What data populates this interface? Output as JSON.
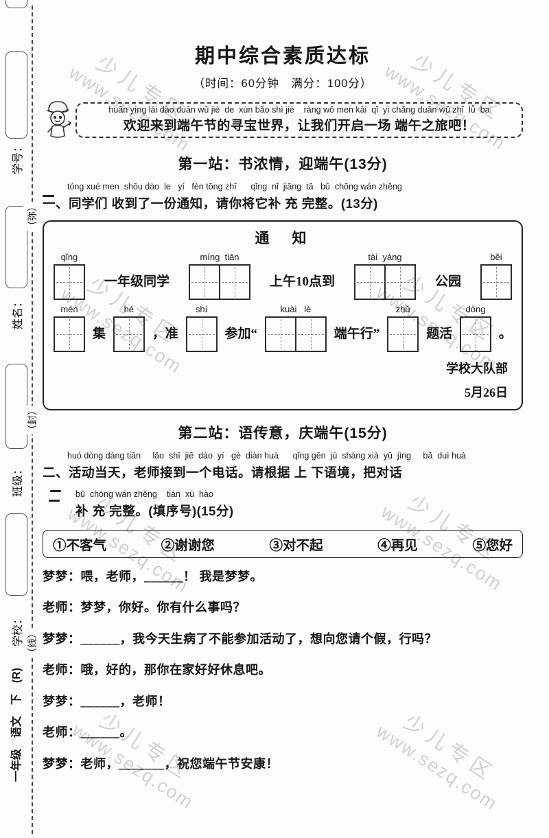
{
  "page": {
    "title": "期中综合素质达标",
    "subtitle": "（时间：60分钟　满分：100分）"
  },
  "watermark": {
    "line1": "少儿专区",
    "line2": "www.sezq.com"
  },
  "sidebar": {
    "fields": [
      "学号：",
      "姓名：",
      "班级：",
      "学校："
    ],
    "book_label": "一年级　语文　下　(R)",
    "seal_chars": [
      "（弥）",
      "（封）",
      "（线）"
    ]
  },
  "banner": {
    "pinyin": "huān yíng lái dào duān wǔ jié  de  xún bǎo shì jiè    ràng wǒ men kāi  qǐ  yì chǎng duān wǔ zhī  lǚ  ba",
    "text": "欢迎来到端午节的寻宝世界，让我们开启一场 端午之旅吧！"
  },
  "section1": {
    "heading": "第一站：书浓情，迎端午(13分)",
    "q1_pinyin": "tóng xué men  shōu dào  le   yí   fèn tōng zhī      qǐng  nǐ  jiāng  tā   bǔ  chōng wán zhěng",
    "q1_text": "一、同学们 收到了一份通知，请你将它补 充 完整。(13分)",
    "notice": {
      "title": "通　知",
      "line1": [
        {
          "pinyin": "qǐng",
          "boxes": 1
        },
        {
          "text": "一年级同学"
        },
        {
          "pinyin": "míng  tiān",
          "boxes": 2
        },
        {
          "text": "上午10点到"
        },
        {
          "pinyin": "tài  yáng",
          "boxes": 2
        },
        {
          "text": "公园"
        },
        {
          "pinyin": "běi",
          "boxes": 1
        }
      ],
      "line2": [
        {
          "pinyin": "mén",
          "boxes": 1
        },
        {
          "text": "集"
        },
        {
          "pinyin": "hé",
          "boxes": 1
        },
        {
          "text": "，准"
        },
        {
          "pinyin": "shí",
          "boxes": 1
        },
        {
          "text": "参加“"
        },
        {
          "pinyin": "kuài   lè",
          "boxes": 2
        },
        {
          "text": "端午行”"
        },
        {
          "pinyin": "zhǔ",
          "boxes": 1
        },
        {
          "text": "题活"
        },
        {
          "pinyin": "dòng",
          "boxes": 1
        },
        {
          "text": "。"
        }
      ],
      "signer": "学校大队部",
      "date": "5月26日"
    }
  },
  "section2": {
    "heading": "第二站：语传意，庆端午(15分)",
    "q2_pinyin1": "huó dòng dàng tiān     lǎo  shī  jiē  dào  yí   gè  diàn huà      qǐng gēn  jù  shàng xià  yǔ  jìng     bǎ  duì huà",
    "q2_text1": "二、活动当天，老师接到一个电话。请根据 上 下语境，把对话",
    "q2_pinyin2": "bǔ  chōng wán zhěng    tián  xù  hào",
    "q2_text2": "补 充 完整。(填序号)(15分)"
  },
  "options": [
    "①不客气",
    "②谢谢您",
    "③对不起",
    "④再见",
    "⑤您好"
  ],
  "dialogue": [
    "梦梦：喂，老师，______！ 我是梦梦。",
    "老师：梦梦，你好。你有什么事吗？",
    "梦梦：______，我今天生病了不能参加活动了，想向您请个假，行吗？",
    "老师：哦，好的，那你在家好好休息吧。",
    "梦梦：______，老师！",
    "老师：______。",
    "梦梦：老师，_______，祝您端午节安康！"
  ]
}
